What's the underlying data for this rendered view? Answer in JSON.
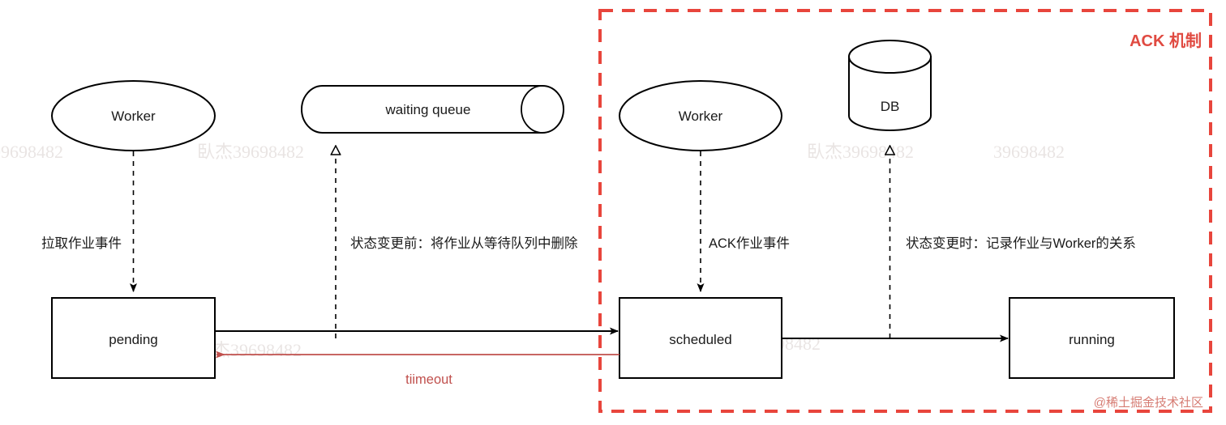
{
  "diagram": {
    "title_group": "ACK 机制",
    "watermark": "@稀土掘金技术社区",
    "watermark_faint": "臥杰39698482",
    "colors": {
      "group_accent": "#e8453c",
      "group_title": "#e04a41",
      "timeout_edge": "#c0504d",
      "node_stroke": "#000000",
      "node_fill": "#ffffff"
    },
    "nodes": {
      "worker_left": "Worker",
      "waiting_queue": "waiting queue",
      "worker_right": "Worker",
      "db": "DB",
      "pending": "pending",
      "scheduled": "scheduled",
      "running": "running"
    },
    "edge_labels": {
      "pull_job_event": "拉取作业事件",
      "before_state_change": "状态变更前：将作业从等待队列中删除",
      "ack_job_event": "ACK作业事件",
      "on_state_change": "状态变更时：记录作业与Worker的关系",
      "timeout": "tiimeout"
    }
  }
}
